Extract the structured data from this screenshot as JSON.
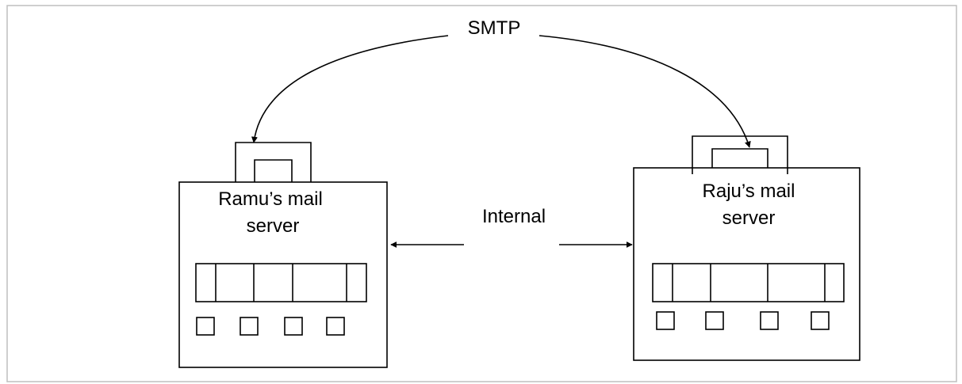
{
  "protocol_label": "SMTP",
  "connection_label": "Internal",
  "left_server": {
    "line1": "Ramu’s mail",
    "line2": "server"
  },
  "right_server": {
    "line1": "Raju’s mail",
    "line2": "server"
  },
  "colors": {
    "stroke": "#000000",
    "frame": "#bfbfbf",
    "background": "#ffffff"
  }
}
